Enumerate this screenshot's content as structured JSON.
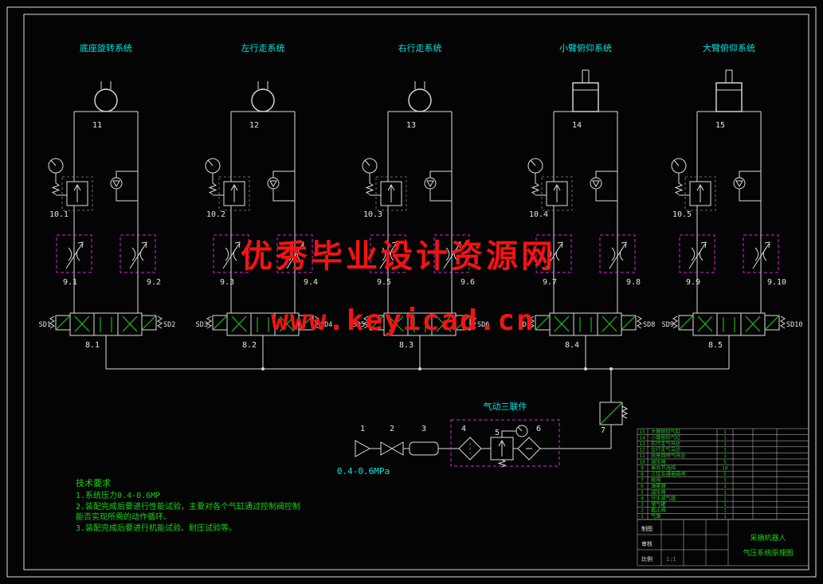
{
  "watermark": {
    "line1": "优秀毕业设计资源网",
    "line2": "www.keyicad.cn"
  },
  "systems": [
    {
      "title": "底座旋转系统",
      "actuator_no": "11",
      "regulator_no": "10.1",
      "throttle_left_no": "9.1",
      "throttle_right_no": "9.2",
      "valve_no": "8.1",
      "sd_left": "SD1",
      "sd_right": "SD2"
    },
    {
      "title": "左行走系统",
      "actuator_no": "12",
      "regulator_no": "10.2",
      "throttle_left_no": "9.3",
      "throttle_right_no": "9.4",
      "valve_no": "8.2",
      "sd_left": "SD3",
      "sd_right": "SD4"
    },
    {
      "title": "右行走系统",
      "actuator_no": "13",
      "regulator_no": "10.3",
      "throttle_left_no": "9.5",
      "throttle_right_no": "9.6",
      "valve_no": "8.3",
      "sd_left": "SD5",
      "sd_right": "SD6"
    },
    {
      "title": "小臂俯仰系统",
      "actuator_no": "14",
      "regulator_no": "10.4",
      "throttle_left_no": "9.7",
      "throttle_right_no": "9.8",
      "valve_no": "8.4",
      "sd_left": "SD7",
      "sd_right": "SD8"
    },
    {
      "title": "大臂俯仰系统",
      "actuator_no": "15",
      "regulator_no": "10.5",
      "throttle_left_no": "9.9",
      "throttle_right_no": "9.10",
      "valve_no": "8.5",
      "sd_left": "SD9",
      "sd_right": "SD10"
    }
  ],
  "air_supply": {
    "title": "气动三联件",
    "pressure": "0.4-0.6MPa",
    "item_nos": [
      "1",
      "2",
      "3",
      "4",
      "5",
      "6",
      "7"
    ]
  },
  "tech_requirements": {
    "title": "技术要求",
    "lines": [
      "1.系统压力0.4-0.6MP",
      "2.装配完成后要进行性能试验，主要对各个气缸通过控制阀控制",
      "能否实现所需的动作循环。",
      "3.装配完成后要进行机能试验、耐压试验等。"
    ]
  },
  "title_block": {
    "parts": [
      {
        "no": "15",
        "name": "大臂俯仰气缸",
        "qty": "1"
      },
      {
        "no": "14",
        "name": "小臂俯仰气缸",
        "qty": "1"
      },
      {
        "no": "13",
        "name": "右行走气马达",
        "qty": "1"
      },
      {
        "no": "12",
        "name": "左行走气马达",
        "qty": "1"
      },
      {
        "no": "11",
        "name": "底座回转气马达",
        "qty": "1"
      },
      {
        "no": "10",
        "name": "调压阀",
        "qty": "5"
      },
      {
        "no": "9",
        "name": "单向节流阀",
        "qty": "10"
      },
      {
        "no": "8",
        "name": "三位五通电磁阀",
        "qty": "5"
      },
      {
        "no": "7",
        "name": "梭阀",
        "qty": "1"
      },
      {
        "no": "6",
        "name": "油雾器",
        "qty": "1"
      },
      {
        "no": "5",
        "name": "减压阀",
        "qty": "1"
      },
      {
        "no": "4",
        "name": "分水滤气器",
        "qty": "1"
      },
      {
        "no": "3",
        "name": "储气罐",
        "qty": "1"
      },
      {
        "no": "2",
        "name": "截止阀",
        "qty": "1"
      },
      {
        "no": "1",
        "name": "气源",
        "qty": "1"
      }
    ],
    "drafter_label": "制图",
    "checker_label": "审核",
    "scale_label": "比例",
    "scale_value": "1:1",
    "title_line1": "采摘机器人",
    "title_line2": "气压系统原理图"
  }
}
